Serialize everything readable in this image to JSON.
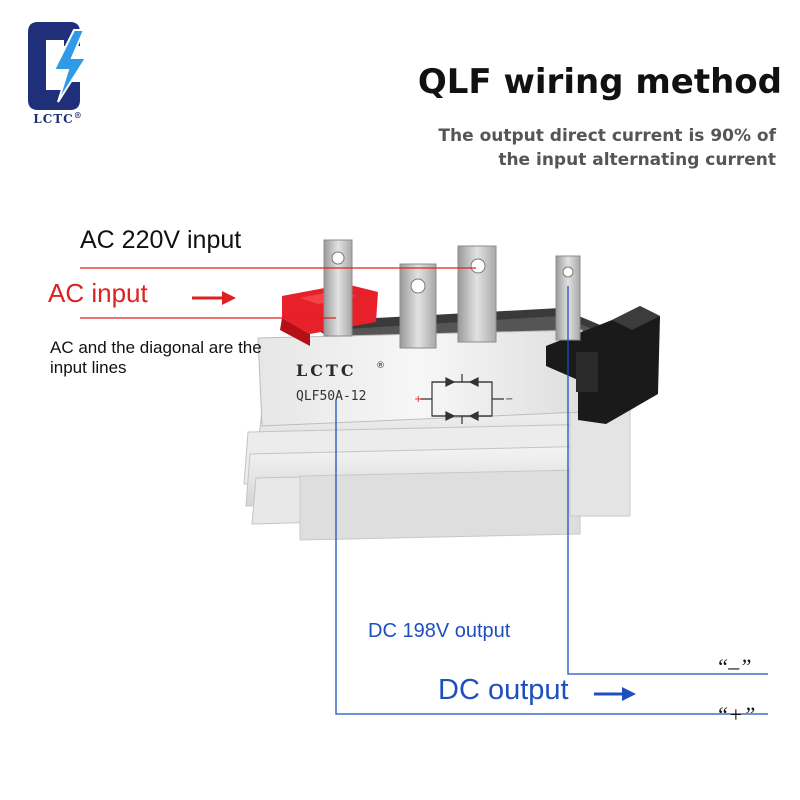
{
  "brand": {
    "logo_text": "LCTC",
    "registered_mark": "®",
    "colors": {
      "logo_blue": "#1f2f7a",
      "bolt_blue": "#2f9be6"
    }
  },
  "header": {
    "title": "QLF wiring method",
    "subtitle": "The output direct current is 90% of the input alternating current"
  },
  "labels": {
    "ac_voltage": "AC 220V input",
    "ac_input": "AC input",
    "ac_note": "AC and the diagonal are the input lines",
    "dc_voltage": "DC 198V output",
    "dc_output": "DC output",
    "minus_terminal": "“–”",
    "plus_terminal": "“+”"
  },
  "device": {
    "brand": "LCTC",
    "model": "QLF50A-12",
    "plus_sign": "+",
    "minus_sign": "−"
  },
  "colors": {
    "ac_red": "#e02020",
    "dc_blue": "#1e4fc0",
    "terminal_red": "#e8202a",
    "terminal_black": "#1a1a1a"
  }
}
